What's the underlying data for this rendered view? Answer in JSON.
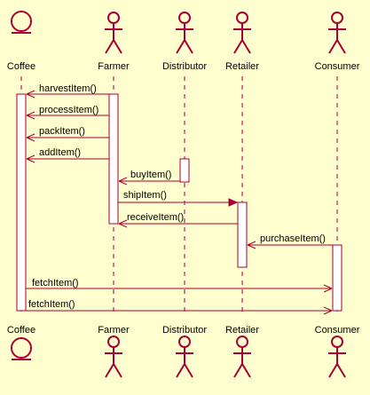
{
  "colors": {
    "background": "#FEFECE",
    "line": "#A80036",
    "activation_fill": "#FFFFFF",
    "text": "#000000"
  },
  "participants": [
    {
      "id": "coffee",
      "name": "Coffee",
      "kind": "entity"
    },
    {
      "id": "farmer",
      "name": "Farmer",
      "kind": "actor"
    },
    {
      "id": "distributor",
      "name": "Distributor",
      "kind": "actor"
    },
    {
      "id": "retailer",
      "name": "Retailer",
      "kind": "actor"
    },
    {
      "id": "consumer",
      "name": "Consumer",
      "kind": "actor"
    }
  ],
  "messages": [
    {
      "from": "farmer",
      "to": "coffee",
      "label": "harvestItem()"
    },
    {
      "from": "farmer",
      "to": "coffee",
      "label": "processItem()"
    },
    {
      "from": "farmer",
      "to": "coffee",
      "label": "packItem()"
    },
    {
      "from": "farmer",
      "to": "coffee",
      "label": "addItem()"
    },
    {
      "from": "distributor",
      "to": "farmer",
      "label": "buyItem()"
    },
    {
      "from": "farmer",
      "to": "retailer",
      "label": "shipItem()"
    },
    {
      "from": "retailer",
      "to": "farmer",
      "label": "receiveItem()"
    },
    {
      "from": "consumer",
      "to": "retailer",
      "label": "purchaseItem()"
    },
    {
      "from": "coffee",
      "to": "consumer",
      "label": "fetchItem()"
    },
    {
      "from": "coffee",
      "to": "consumer",
      "label": "fetchItem()"
    }
  ]
}
